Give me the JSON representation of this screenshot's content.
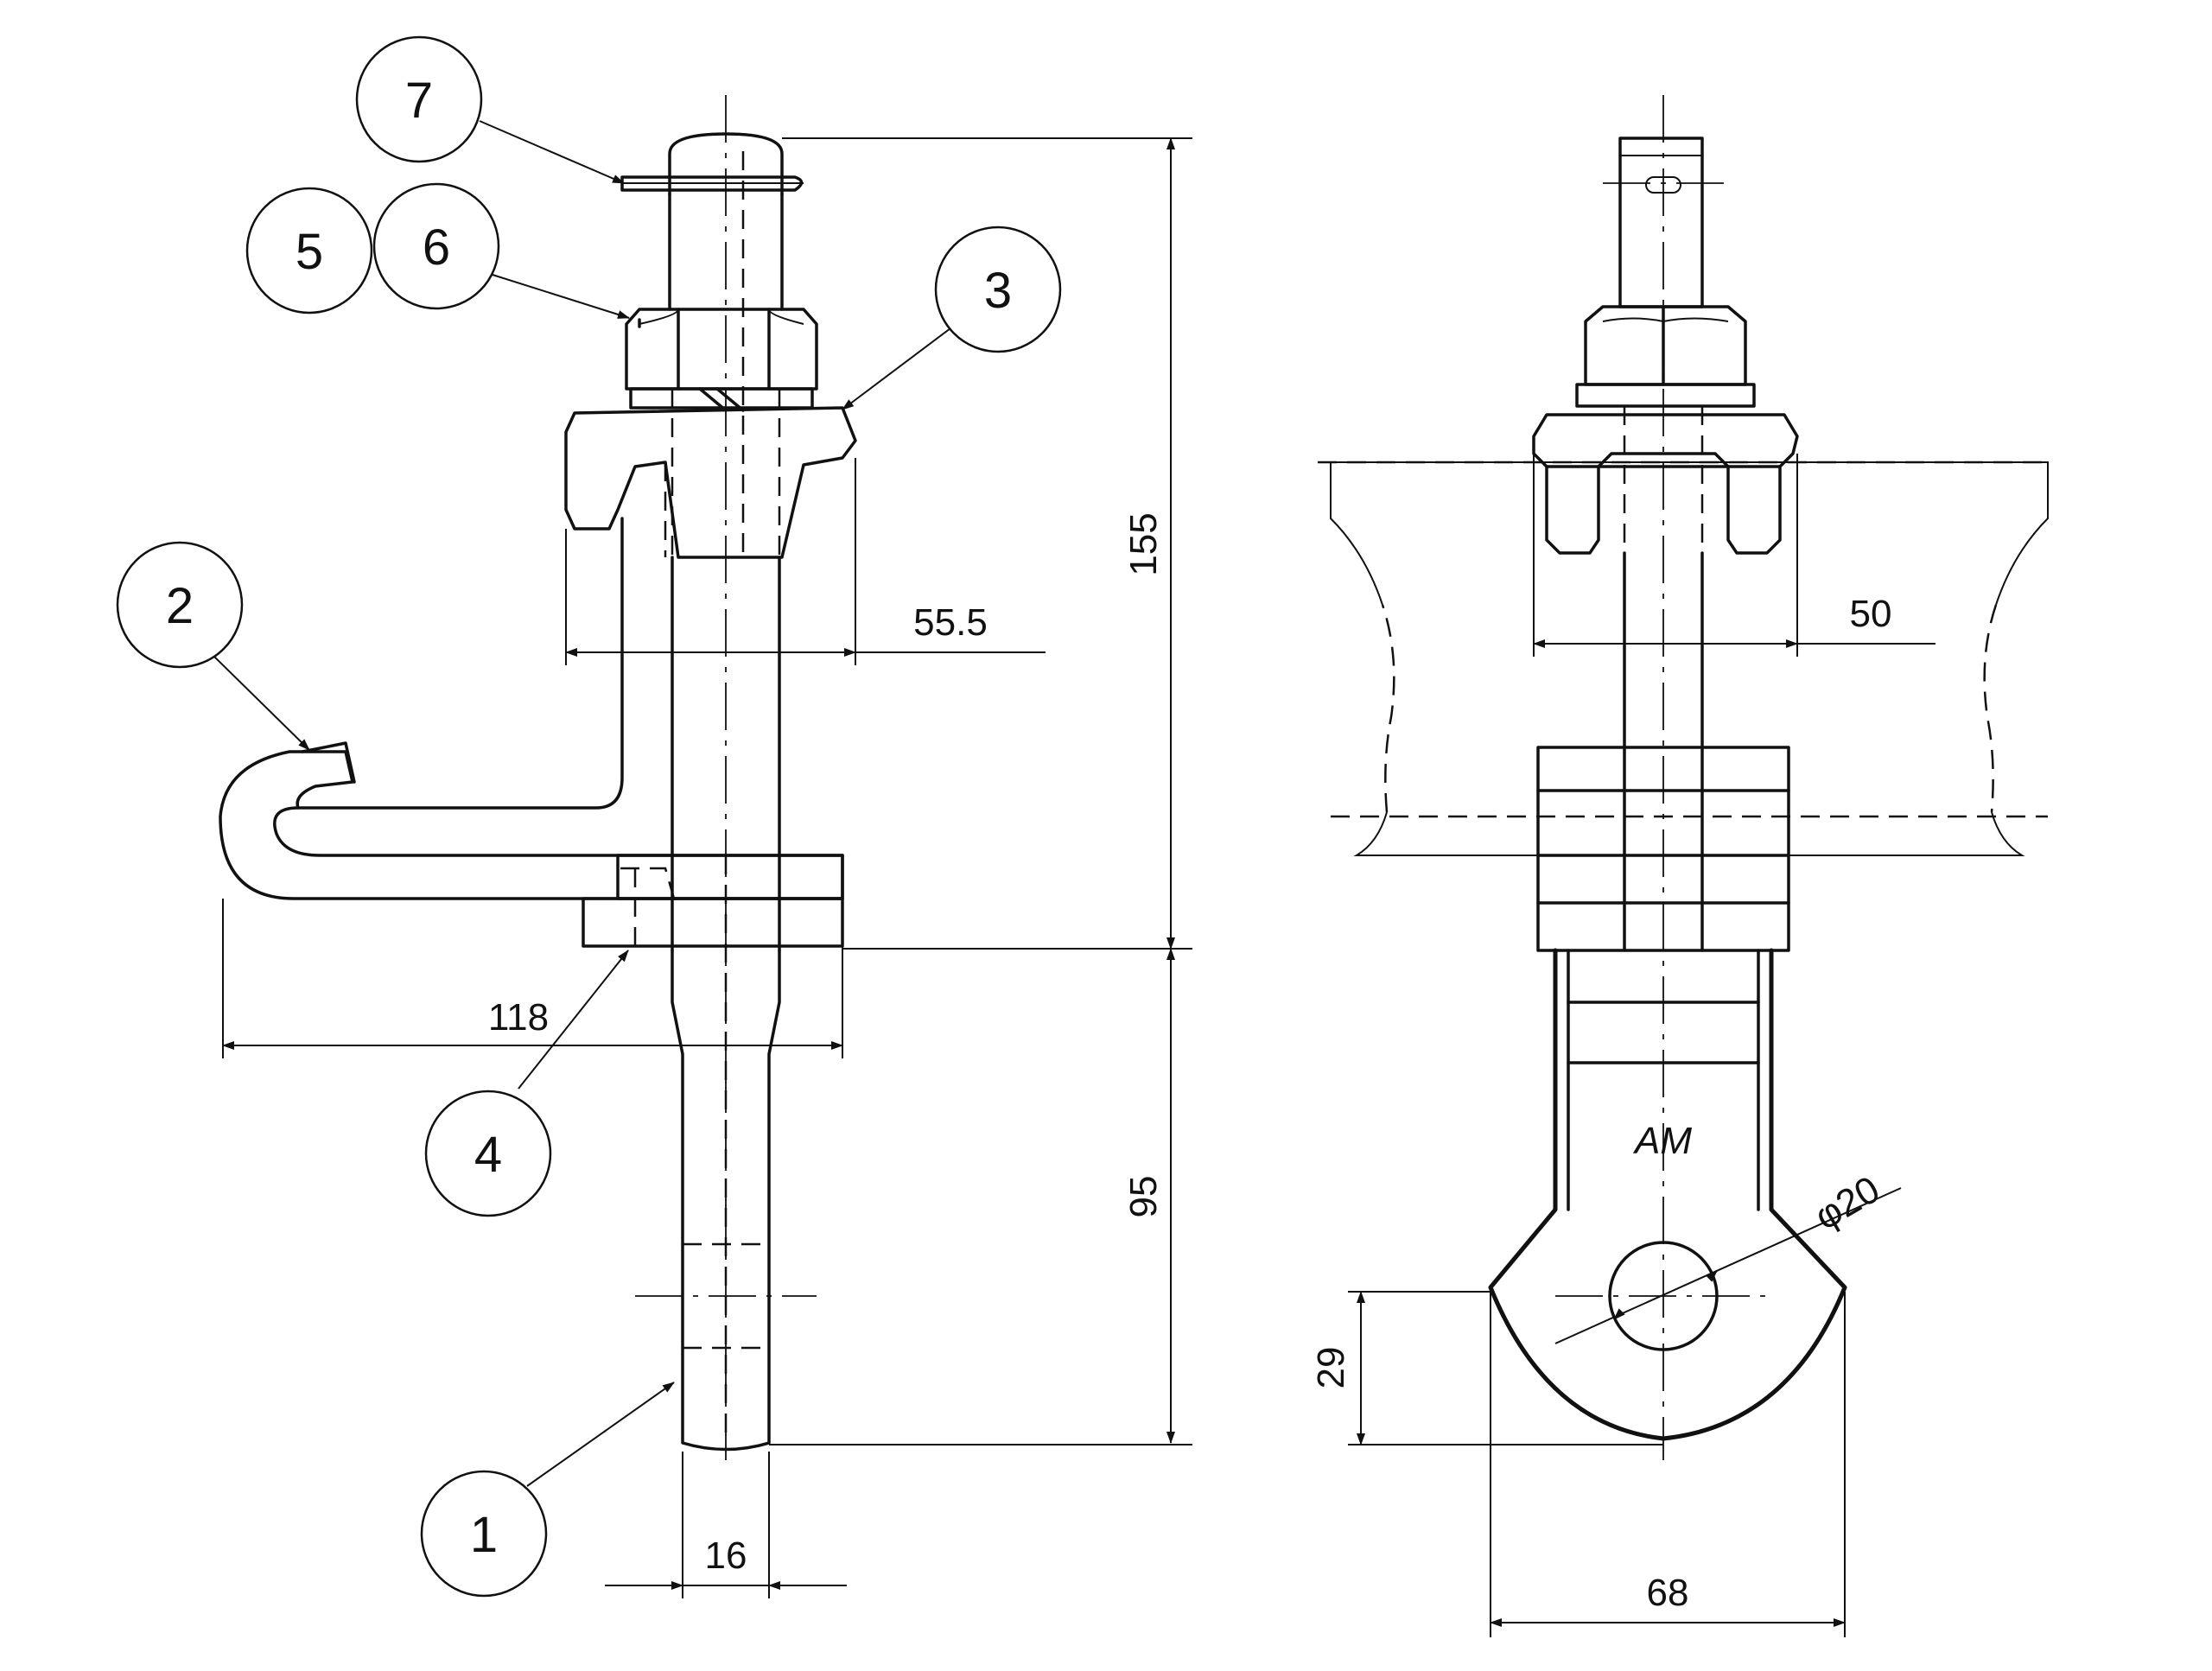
{
  "balloons": {
    "b1": "1",
    "b2": "2",
    "b3": "3",
    "b4": "4",
    "b5": "5",
    "b6": "6",
    "b7": "7"
  },
  "dimensions": {
    "overall_height": "155",
    "lower_length": "95",
    "clamp_width_side": "55.5",
    "clamp_width_front": "50",
    "hook_reach": "118",
    "rod_diameter": "16",
    "eye_height": "29",
    "eye_width": "68",
    "hole_diameter": "φ20"
  },
  "mark": "AM",
  "colors": {
    "line": "#111111",
    "background": "#ffffff"
  }
}
